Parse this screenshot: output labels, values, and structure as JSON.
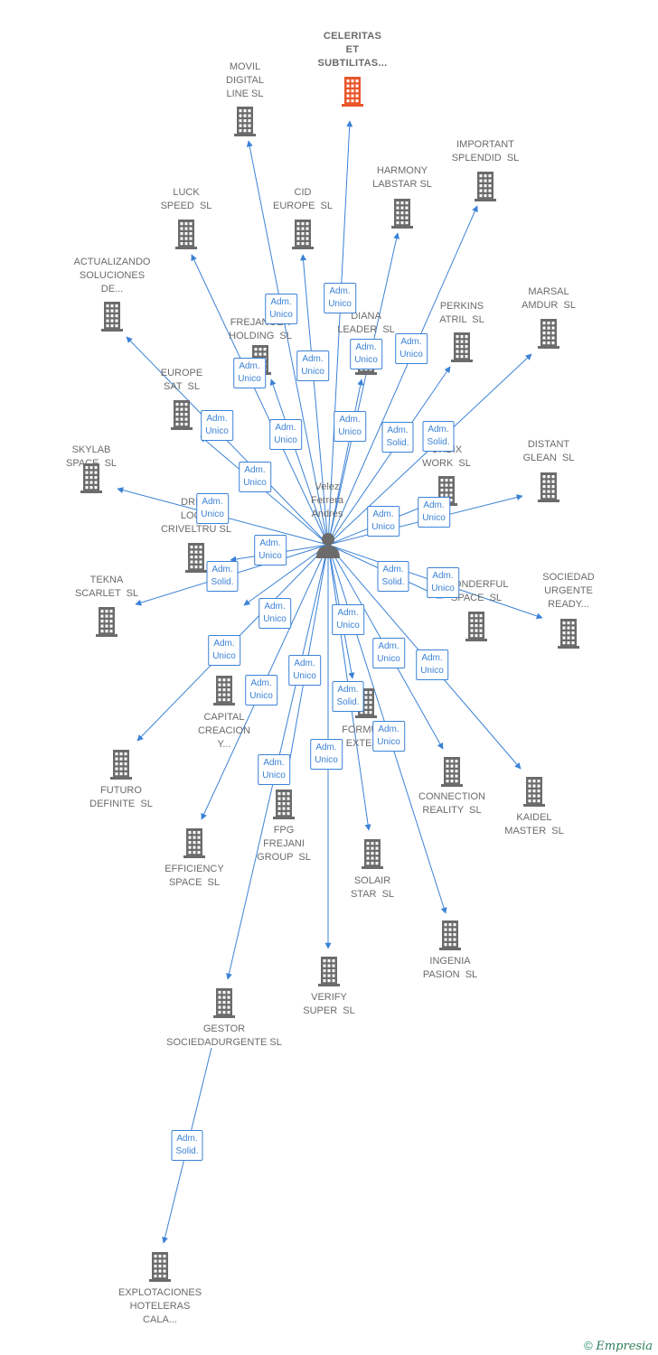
{
  "colors": {
    "edge": "#3b82d6",
    "icon": "#6b6b6b",
    "highlight": "#e8562a"
  },
  "center": {
    "name": "Velez\nFerrera\nAndres",
    "icon": "person-icon"
  },
  "companies": [
    {
      "id": "celeritas",
      "name": "CELERITAS\nET\nSUBTILITAS...",
      "highlight": true
    },
    {
      "id": "movil",
      "name": "MOVIL\nDIGITAL\nLINE SL"
    },
    {
      "id": "important",
      "name": "IMPORTANT\nSPLENDID  SL"
    },
    {
      "id": "harmony",
      "name": "HARMONY\nLABSTAR SL"
    },
    {
      "id": "luck",
      "name": "LUCK\nSPEED  SL"
    },
    {
      "id": "cid",
      "name": "CID\nEUROPE  SL"
    },
    {
      "id": "actualizando",
      "name": "ACTUALIZANDO\nSOLUCIONES\nDE..."
    },
    {
      "id": "marsal",
      "name": "MARSAL\nAMDUR  SL"
    },
    {
      "id": "perkins",
      "name": "PERKINS\nATRIL  SL"
    },
    {
      "id": "diana",
      "name": "DIANA\nLEADER  SL"
    },
    {
      "id": "frejanger",
      "name": "FREJANGER\nHOLDING  SL"
    },
    {
      "id": "europesat",
      "name": "EUROPE\nSAT  SL"
    },
    {
      "id": "distant",
      "name": "DISTANT\nGLEAN  SL"
    },
    {
      "id": "orbix",
      "name": "ORBIX\nWORK  SL"
    },
    {
      "id": "skylab",
      "name": "SKYLAB\nSPACE  SL"
    },
    {
      "id": "drive",
      "name": "DRIVE\nLOGIC\nCRIVELTRU SL"
    },
    {
      "id": "tekna",
      "name": "TEKNA\nSCARLET  SL"
    },
    {
      "id": "wonderful",
      "name": "WONDERFUL\nSPACE  SL"
    },
    {
      "id": "sociedad",
      "name": "SOCIEDAD\nURGENTE\nREADY..."
    },
    {
      "id": "capital",
      "name": "CAPITAL\nCREACION\nY..."
    },
    {
      "id": "formula",
      "name": "FORMULA\nEXTEND"
    },
    {
      "id": "futuro",
      "name": "FUTURO\nDEFINITE  SL"
    },
    {
      "id": "connection",
      "name": "CONNECTION\nREALITY  SL"
    },
    {
      "id": "kaidel",
      "name": "KAIDEL\nMASTER  SL"
    },
    {
      "id": "fpg",
      "name": "FPG\nFREJANI\nGROUP  SL"
    },
    {
      "id": "efficiency",
      "name": "EFFICIENCY\nSPACE  SL"
    },
    {
      "id": "solair",
      "name": "SOLAIR\nSTAR  SL"
    },
    {
      "id": "ingenia",
      "name": "INGENIA\nPASION  SL"
    },
    {
      "id": "verify",
      "name": "VERIFY\nSUPER  SL"
    },
    {
      "id": "gestor",
      "name": "GESTOR\nSOCIEDADURGENTE SL"
    },
    {
      "id": "explotaciones",
      "name": "EXPLOTACIONES\nHOTELERAS\nCALA..."
    }
  ],
  "relations": [
    {
      "to": "celeritas",
      "role": "Adm.\nUnico"
    },
    {
      "to": "movil",
      "role": "Adm.\nUnico"
    },
    {
      "to": "important",
      "role": "Adm.\nUnico"
    },
    {
      "to": "harmony",
      "role": "Adm.\nUnico"
    },
    {
      "to": "luck",
      "role": "Adm.\nUnico"
    },
    {
      "to": "cid",
      "role": "Adm.\nUnico"
    },
    {
      "to": "actualizando",
      "role": "Adm.\nUnico"
    },
    {
      "to": "marsal",
      "role": "Adm.\nSolid."
    },
    {
      "to": "perkins",
      "role": "Adm.\nSolid."
    },
    {
      "to": "diana",
      "role": "Adm.\nUnico"
    },
    {
      "to": "frejanger",
      "role": "Adm.\nUnico"
    },
    {
      "to": "europesat",
      "role": "Adm.\nUnico"
    },
    {
      "to": "distant",
      "role": "Adm.\nUnico"
    },
    {
      "to": "orbix",
      "role": "Adm.\nUnico"
    },
    {
      "to": "skylab",
      "role": "Adm.\nUnico"
    },
    {
      "to": "drive",
      "role": "Adm.\nUnico"
    },
    {
      "to": "tekna",
      "role": "Adm.\nSolid."
    },
    {
      "to": "wonderful",
      "role": "Adm.\nSolid."
    },
    {
      "to": "sociedad",
      "role": "Adm.\nUnico"
    },
    {
      "to": "capital",
      "role": "Adm.\nUnico"
    },
    {
      "to": "formula",
      "role": "Adm.\nSolid."
    },
    {
      "to": "futuro",
      "role": "Adm.\nUnico"
    },
    {
      "to": "connection",
      "role": "Adm.\nUnico"
    },
    {
      "to": "kaidel",
      "role": "Adm.\nUnico"
    },
    {
      "to": "fpg",
      "role": "Adm.\nUnico"
    },
    {
      "to": "efficiency",
      "role": "Adm.\nUnico"
    },
    {
      "to": "solair",
      "role": "Adm.\nUnico"
    },
    {
      "to": "ingenia",
      "role": "Adm.\nUnico"
    },
    {
      "to": "verify",
      "role": "Adm.\nUnico"
    },
    {
      "to": "gestor",
      "role": "Adm.\nUnico"
    },
    {
      "from": "gestor",
      "to": "explotaciones",
      "role": "Adm.\nSolid."
    }
  ],
  "footer": {
    "copyright": "©",
    "brand": "Empresia"
  }
}
